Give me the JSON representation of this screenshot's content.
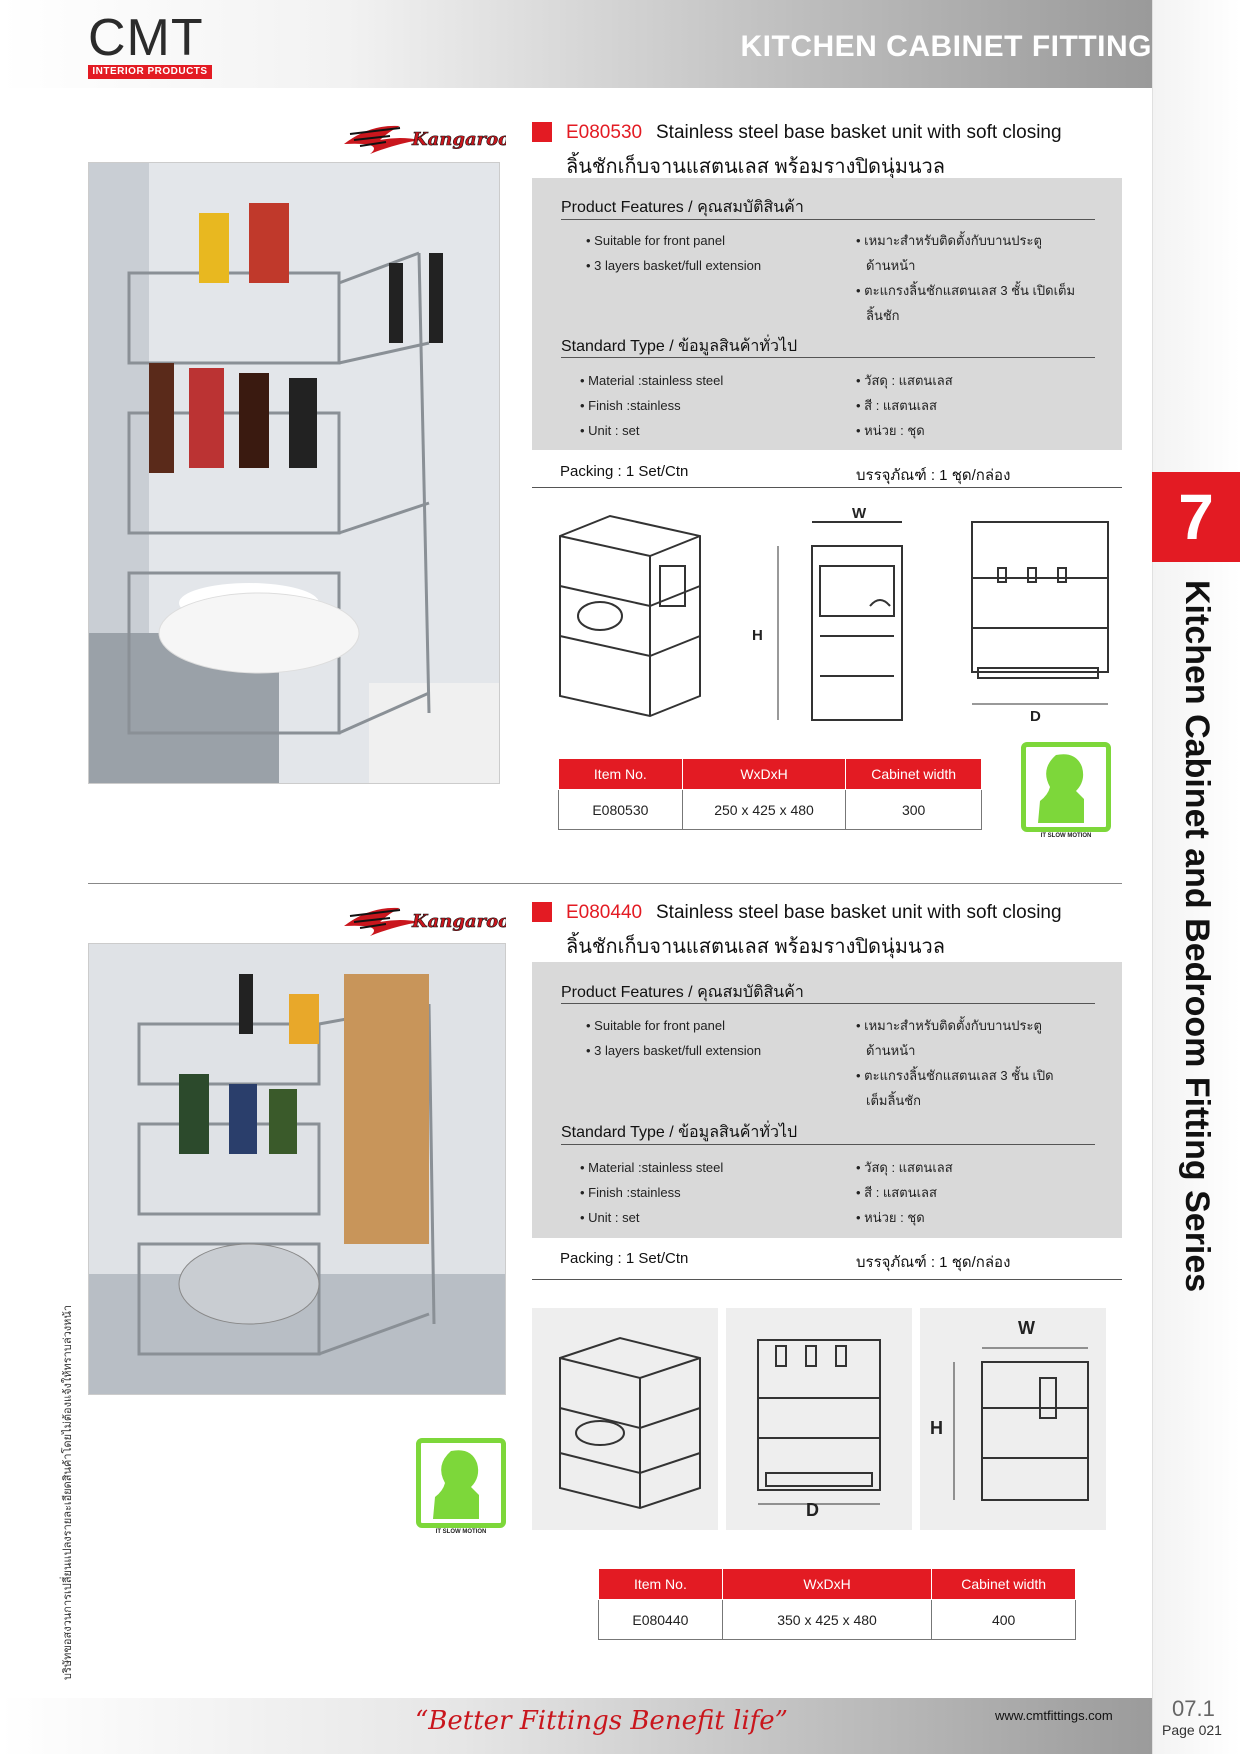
{
  "header": {
    "logo": "CMT",
    "logo_sub": "INTERIOR PRODUCTS",
    "title": "KITCHEN CABINET FITTING"
  },
  "sidebar": {
    "chapter": "7",
    "title": "Kitchen Cabinet and Bedroom Fitting Series"
  },
  "left_note": "บริษัทขอสงวนการเปลี่ยนแปลงรายละเอียดสินค้าโดยไม่ต้องแจ้งให้ทราบล่วงหน้า",
  "products": [
    {
      "brand": "Kangaroo",
      "code": "E080530",
      "title": "Stainless steel base basket unit with soft closing",
      "title_thai": "ลิ้นชักเก็บจานแสตนเลส พร้อมรางปิดนุ่มนวล",
      "features_heading": "Product Features / คุณสมบัติสินค้า",
      "features_en": [
        "• Suitable for front panel",
        "• 3 layers basket/full extension"
      ],
      "features_th": [
        "• เหมาะสำหรับติดตั้งกับบานประตู",
        "ด้านหน้า",
        "• ตะแกรงลิ้นชักแสตนเลส 3 ชั้น เปิดเต็ม",
        "ลิ้นชัก"
      ],
      "standard_heading": "Standard Type / ข้อมูลสินค้าทั่วไป",
      "standard_en": [
        "• Material :stainless steel",
        "• Finish :stainless",
        "• Unit : set"
      ],
      "standard_th": [
        "• วัสดุ : แสตนเลส",
        "• สี : แสตนเลส",
        "• หน่วย : ชุด"
      ],
      "packing_en": "Packing :  1 Set/Ctn",
      "packing_th": "บรรจุภัณฑ์ :  1 ชุด/กล่อง",
      "dim_labels": {
        "w": "W",
        "h": "H",
        "d": "D"
      },
      "table": {
        "headers": [
          "Item No.",
          "WxDxH",
          "Cabinet width"
        ],
        "row": [
          "E080530",
          "250 x 425 x 480",
          "300"
        ]
      },
      "slow_caption": "IT SLOW MOTION"
    },
    {
      "brand": "Kangaroo",
      "code": "E080440",
      "title": "Stainless steel base basket unit with soft closing",
      "title_thai": "ลิ้นชักเก็บจานแสตนเลส พร้อมรางปิดนุ่มนวล",
      "features_heading": "Product Features / คุณสมบัติสินค้า",
      "features_en": [
        "• Suitable for front panel",
        "• 3 layers basket/full extension"
      ],
      "features_th": [
        "• เหมาะสำหรับติดตั้งกับบานประตู",
        "ด้านหน้า",
        "• ตะแกรงลิ้นชักแสตนเลส 3 ชั้น เปิด",
        "เต็มลิ้นชัก"
      ],
      "standard_heading": "Standard Type / ข้อมูลสินค้าทั่วไป",
      "standard_en": [
        "• Material :stainless steel",
        "• Finish :stainless",
        "• Unit : set"
      ],
      "standard_th": [
        "• วัสดุ : แสตนเลส",
        "• สี : แสตนเลส",
        "• หน่วย : ชุด"
      ],
      "packing_en": "Packing :  1 Set/Ctn",
      "packing_th": "บรรจุภัณฑ์ :  1  ชุด/กล่อง",
      "dim_labels": {
        "w": "W",
        "h": "H",
        "d": "D"
      },
      "table": {
        "headers": [
          "Item No.",
          "WxDxH",
          "Cabinet width"
        ],
        "row": [
          "E080440",
          "350 x 425 x 480",
          "400"
        ]
      },
      "slow_caption": "IT SLOW MOTION"
    }
  ],
  "footer": {
    "slogan": "“Better Fittings Benefit life”",
    "url": "www.cmtfittings.com",
    "page_num": "07.1",
    "page_label": "Page 021"
  },
  "colors": {
    "accent": "#e31b23",
    "slow_motion": "#7dd73a",
    "panel": "#d9d9d9"
  }
}
